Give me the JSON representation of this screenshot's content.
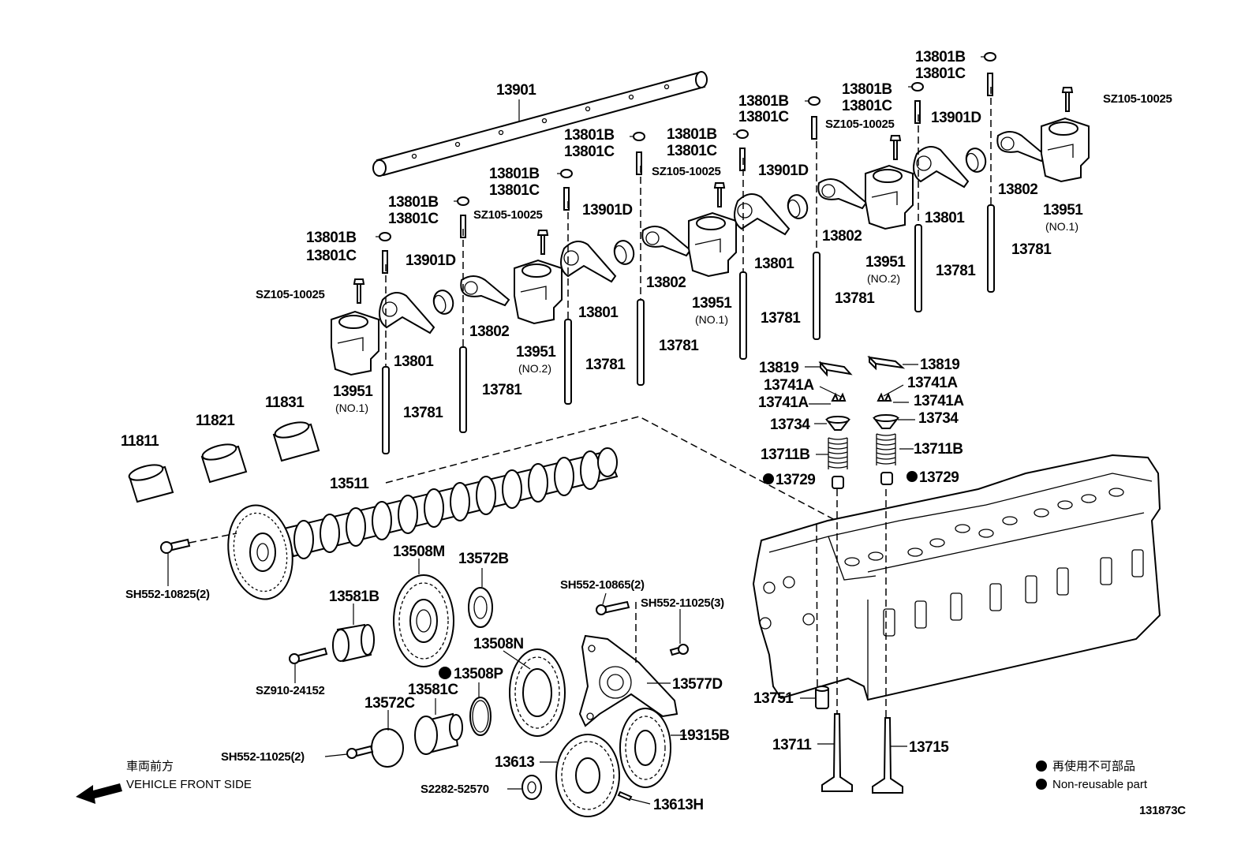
{
  "labels": {
    "13901_top": "13901",
    "13801B_1": "13801B",
    "13801C_1": "13801C",
    "13801B_2": "13801B",
    "13801C_2": "13801C",
    "13801B_3": "13801B",
    "13801C_3": "13801C",
    "13801B_4": "13801B",
    "13801C_4": "13801C",
    "13801B_5": "13801B",
    "13801C_5": "13801C",
    "13801B_6": "13801B",
    "13801C_6": "13801C",
    "13801B_7": "13801B",
    "13801C_7": "13801C",
    "13801B_8": "13801B",
    "13801C_8": "13801C",
    "sz_1": "SZ105-10025",
    "sz_2": "SZ105-10025",
    "sz_3": "SZ105-10025",
    "sz_4": "SZ105-10025",
    "sz_5": "SZ105-10025",
    "13901D_1": "13901D",
    "13901D_2": "13901D",
    "13901D_3": "13901D",
    "13901D_4": "13901D",
    "13802_1": "13802",
    "13802_2": "13802",
    "13802_3": "13802",
    "13802_4": "13802",
    "13801_1": "13801",
    "13801_2": "13801",
    "13801_3": "13801",
    "13801_4": "13801",
    "13951_1": "13951",
    "13951_2": "13951",
    "13951_3": "13951",
    "13951_4": "13951",
    "13951_5": "13951",
    "no1_1": "(NO.1)",
    "no2_1": "(NO.2)",
    "no1_2": "(NO.1)",
    "no2_2": "(NO.2)",
    "no1_3": "(NO.1)",
    "13781_1": "13781",
    "13781_2": "13781",
    "13781_3": "13781",
    "13781_4": "13781",
    "13781_5": "13781",
    "13781_6": "13781",
    "13781_7": "13781",
    "13781_8": "13781",
    "11811": "11811",
    "11821": "11821",
    "11831": "11831",
    "13511": "13511",
    "sh552_10825": "SH552-10825(2)",
    "13508M": "13508M",
    "13572B": "13572B",
    "13581B": "13581B",
    "sz910": "SZ910-24152",
    "13508N": "13508N",
    "13508P": "13508P",
    "13581C": "13581C",
    "13572C": "13572C",
    "sh552_11025_2": "SH552-11025(2)",
    "sh552_10865": "SH552-10865(2)",
    "sh552_11025_3": "SH552-11025(3)",
    "13577D": "13577D",
    "19315B": "19315B",
    "13613": "13613",
    "s2282": "S2282-52570",
    "13613H": "13613H",
    "13819_l": "13819",
    "13819_r": "13819",
    "13741A_1": "13741A",
    "13741A_2": "13741A",
    "13741A_3": "13741A",
    "13741A_4": "13741A",
    "13734_l": "13734",
    "13734_r": "13734",
    "13711B_l": "13711B",
    "13711B_r": "13711B",
    "13729_l": "13729",
    "13729_r": "13729",
    "13751": "13751",
    "13711": "13711",
    "13715": "13715",
    "front_jp": "車両前方",
    "front_en": "VEHICLE FRONT SIDE",
    "legend_jp": "再使用不可部品",
    "legend_en": "Non-reusable part",
    "diagram_id": "131873C"
  }
}
